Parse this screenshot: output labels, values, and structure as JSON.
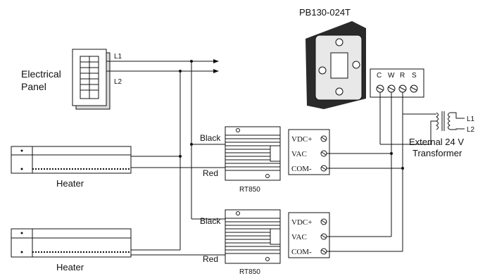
{
  "thermostat": {
    "model": "PB130-024T",
    "terminals": [
      "C",
      "W",
      "R",
      "S"
    ]
  },
  "panel": {
    "label_line1": "Electrical",
    "label_line2": "Panel",
    "line1": "L1",
    "line2": "L2"
  },
  "transformer": {
    "label_line1": "External 24 V",
    "label_line2": "Transformer",
    "line1": "L1",
    "line2": "L2"
  },
  "heaters": [
    {
      "label": "Heater"
    },
    {
      "label": "Heater"
    }
  ],
  "relays": [
    {
      "model": "RT850",
      "black_label": "Black",
      "red_label": "Red",
      "terminals": [
        "VDC+",
        "VAC",
        "COM-"
      ]
    },
    {
      "model": "RT850",
      "black_label": "Black",
      "red_label": "Red",
      "terminals": [
        "VDC+",
        "VAC",
        "COM-"
      ]
    }
  ]
}
